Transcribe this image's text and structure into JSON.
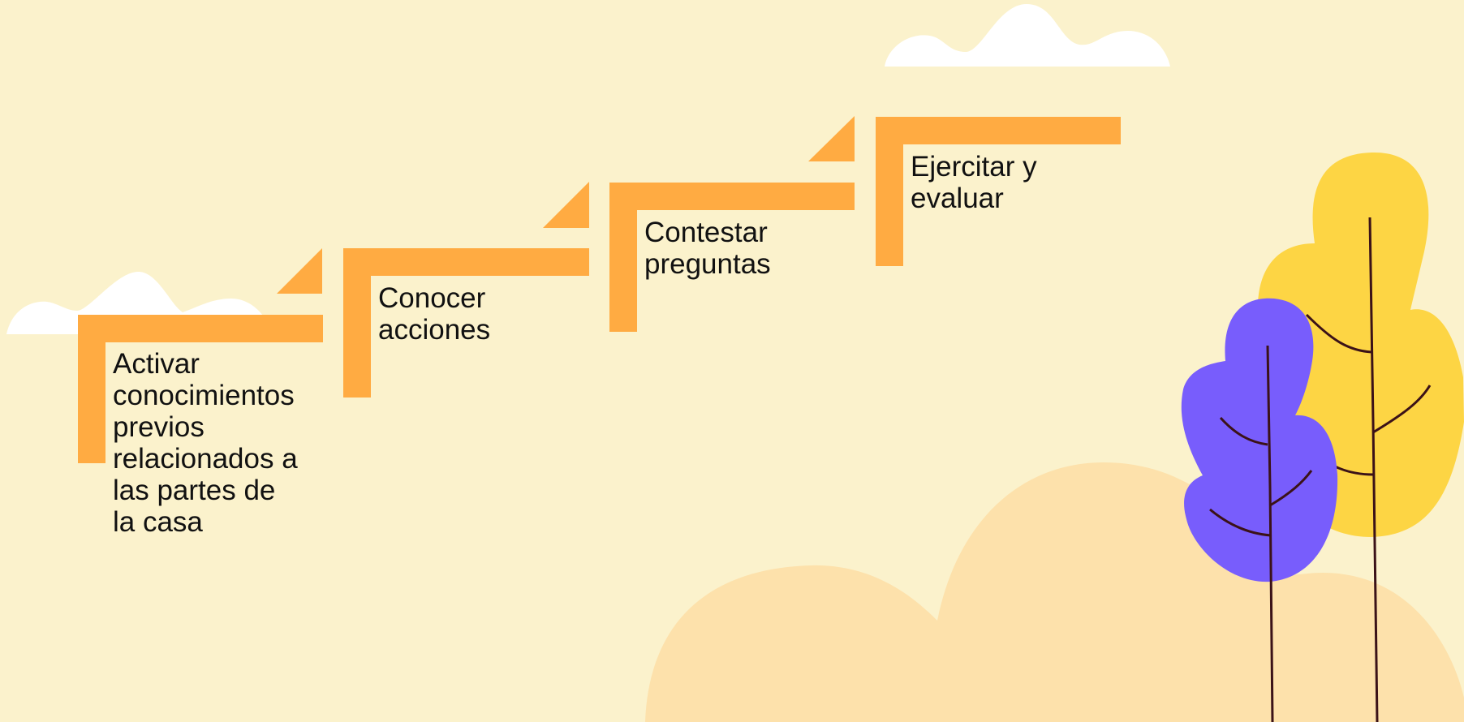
{
  "colors": {
    "background": "#FBF2CC",
    "step": "#FFAB42",
    "hill": "#FDE1AB",
    "cloud": "#FFFFFF",
    "tree_yellow": "#FDD544",
    "tree_purple": "#785DFC",
    "branch": "#3B1218"
  },
  "steps": [
    {
      "label": "Activar\nconocimientos\nprevios\nrelacionados a\nlas partes de\nla casa"
    },
    {
      "label": "Conocer\nacciones"
    },
    {
      "label": "Contestar\npreguntas"
    },
    {
      "label": "Ejercitar y\nevaluar"
    }
  ]
}
